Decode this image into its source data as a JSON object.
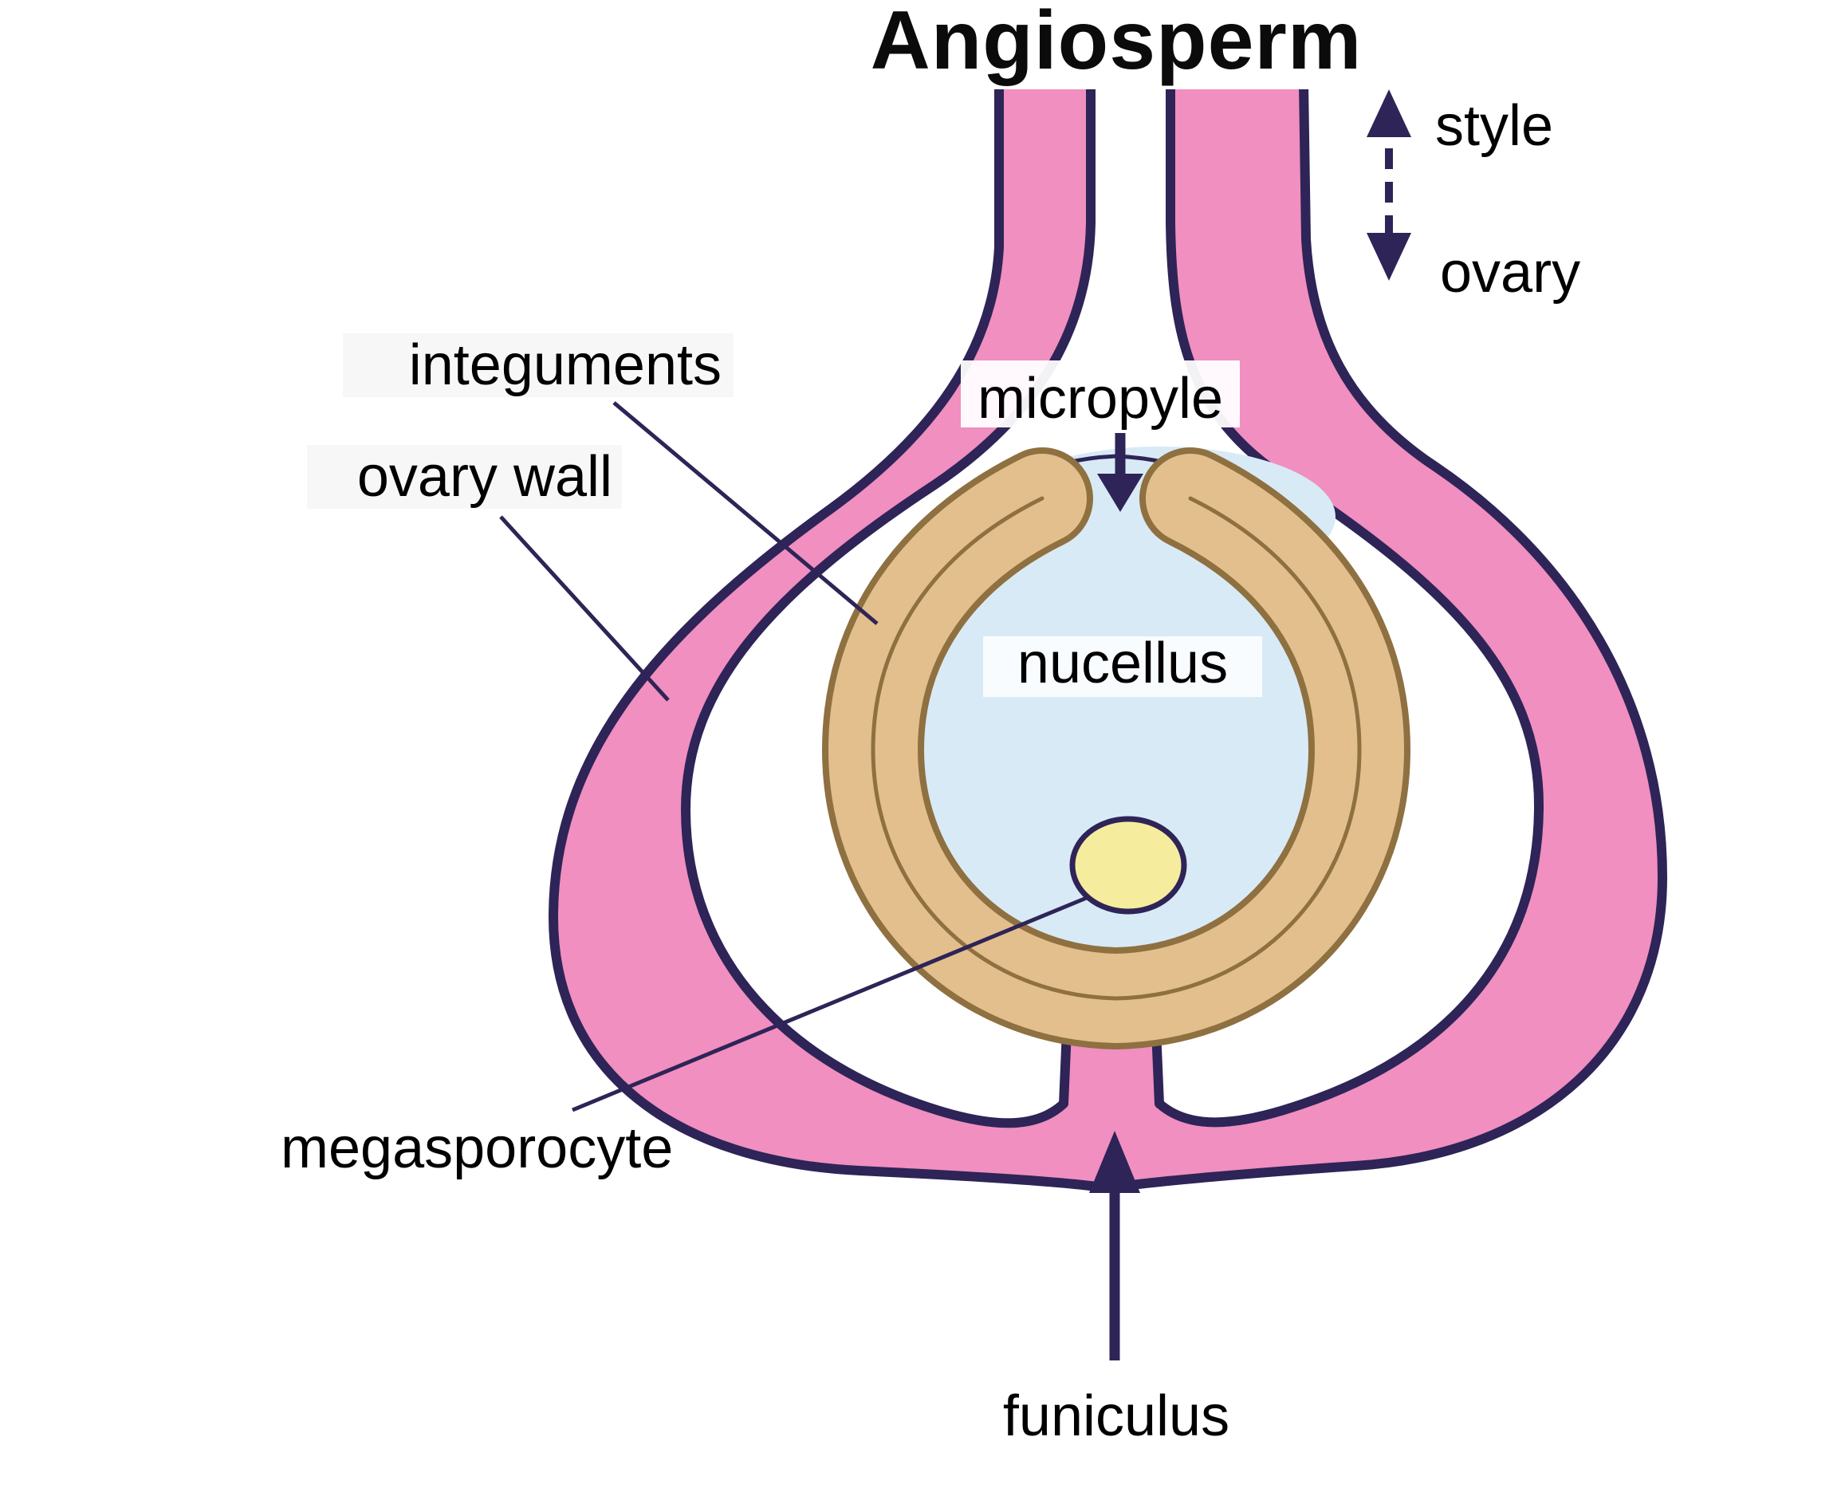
{
  "title": "Angiosperm",
  "labels": {
    "style": "style",
    "ovary": "ovary",
    "integuments": "integuments",
    "ovary_wall": "ovary wall",
    "micropyle": "micropyle",
    "nucellus": "nucellus",
    "megasporocyte": "megasporocyte",
    "funiculus": "funiculus"
  },
  "colors": {
    "ovary_wall_fill": "#F08FC0",
    "outline": "#2E2457",
    "integument_fill": "#E3BF8D",
    "integument_outline": "#8F7040",
    "nucellus_fill": "#D8EAF6",
    "megasporocyte_fill": "#F6EC9E",
    "title_text": "#0B0B0B",
    "label_text": "#000000"
  }
}
